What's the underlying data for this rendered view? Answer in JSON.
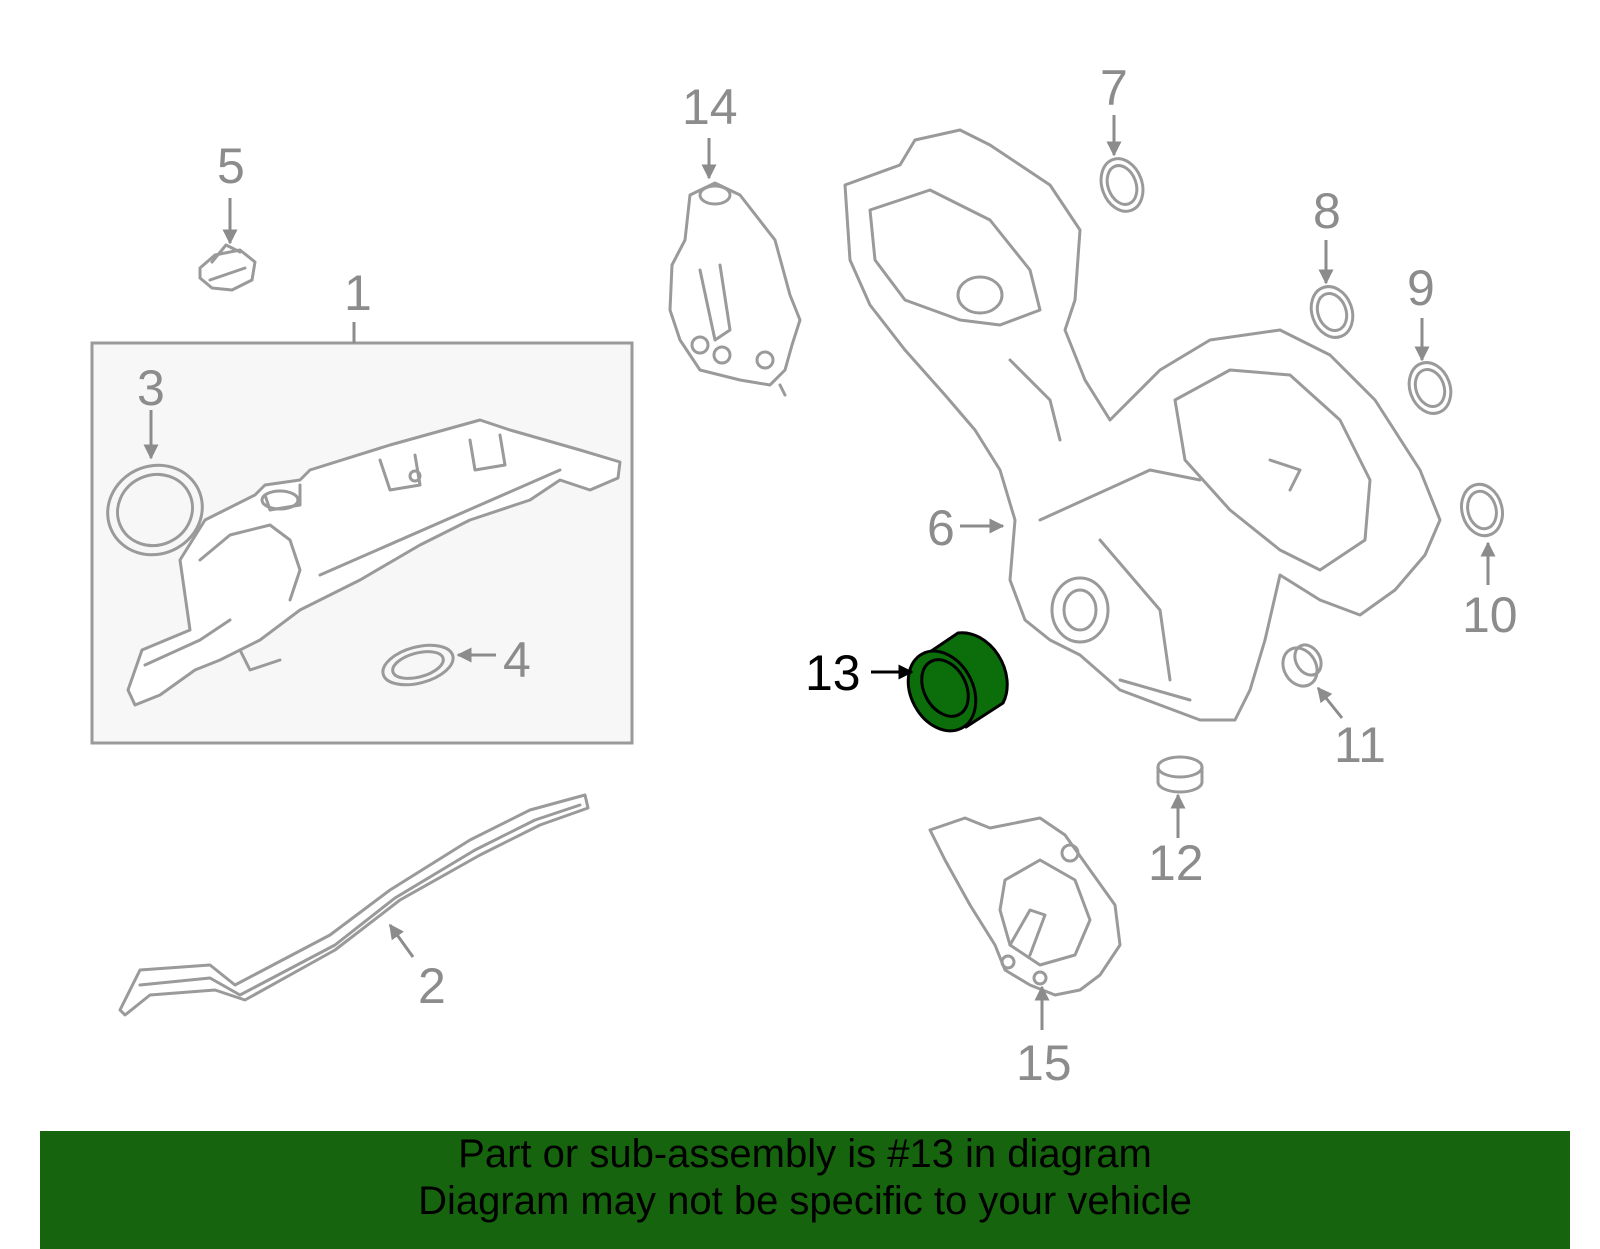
{
  "callouts": {
    "c1": "1",
    "c2": "2",
    "c3": "3",
    "c4": "4",
    "c5": "5",
    "c6": "6",
    "c7": "7",
    "c8": "8",
    "c9": "9",
    "c10": "10",
    "c11": "11",
    "c12": "12",
    "c13": "13",
    "c14": "14",
    "c15": "15"
  },
  "highlight": {
    "part": "13",
    "color": "#0b6e0b",
    "text_color": "#000000"
  },
  "caption": {
    "line1": "Part or sub-assembly is #13 in diagram",
    "line2": "Diagram may not be specific to your vehicle",
    "background": "#17640e"
  },
  "colors": {
    "line_art": "#9a9a9a",
    "callout_text": "#8c8c8c"
  }
}
